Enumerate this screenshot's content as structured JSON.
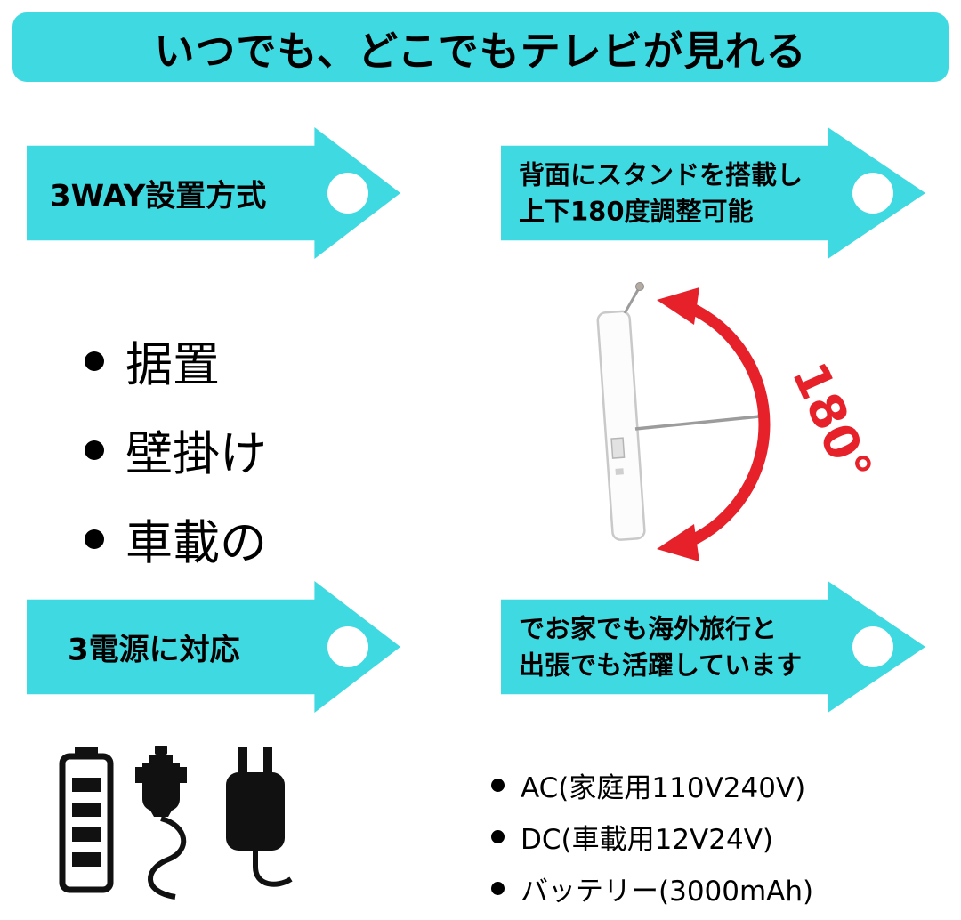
{
  "header": {
    "title": "いつでも、どこでもテレビが見れる"
  },
  "arrows": {
    "row1_left": {
      "label": "3WAY設置方式"
    },
    "row1_right": {
      "line1": "背面にスタンドを搭載し",
      "line2": "上下180度調整可能"
    },
    "row2_left": {
      "label": "3電源に対応"
    },
    "row2_right": {
      "line1": "でお家でも海外旅行と",
      "line2": "出張でも活躍しています"
    }
  },
  "install_options": {
    "items": [
      "据置",
      "壁掛け",
      "車載の"
    ]
  },
  "rotation": {
    "label": "180°"
  },
  "power_options": {
    "items": [
      "AC(家庭用110V240V)",
      "DC(車載用12V24V)",
      "バッテリー(3000mAh)"
    ]
  },
  "icons": {
    "names": [
      "battery-icon",
      "car-charger-icon",
      "ac-adapter-icon"
    ]
  },
  "colors": {
    "accent": "#3fd9e1",
    "red": "#e62129",
    "text": "#000000",
    "background": "#ffffff"
  }
}
